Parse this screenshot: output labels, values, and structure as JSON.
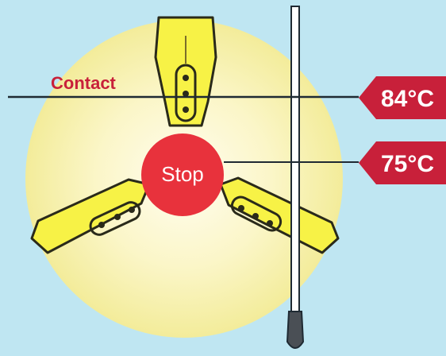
{
  "labels": {
    "contact": "Contact",
    "stop": "Stop",
    "temp_high": "84°C",
    "temp_low": "75°C"
  },
  "colors": {
    "background": "#bfe6f2",
    "blade_fill": "#f7f246",
    "stop_disc": "#e8323c",
    "tag_fill": "#c8203a",
    "contact_text": "#c8203a",
    "line": "#1f2a33"
  }
}
